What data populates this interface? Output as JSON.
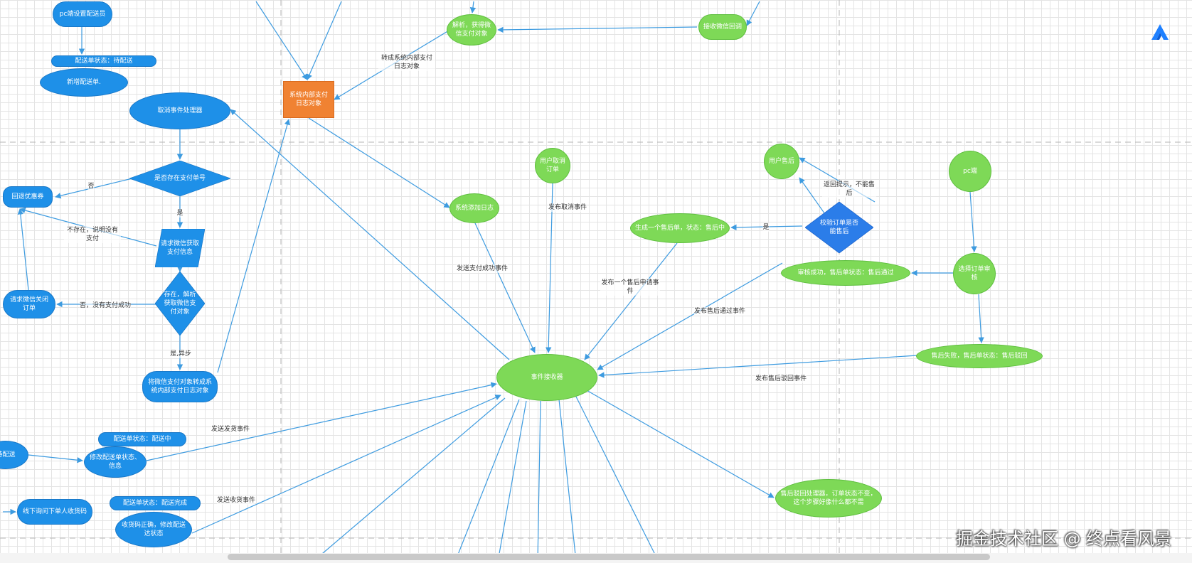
{
  "nodes": {
    "pc_set_courier": "pc端设置配送员",
    "status_pending": "配送单状态：待配送",
    "add_delivery": "新增配送单.",
    "cancel_handler": "取消事件处理器",
    "has_pay_no": "是否存在支付单号",
    "rollback_coupon": "回退优惠券",
    "request_pay_info": "请求微信获取支付信息",
    "exists_parse": "存在，解析获取微信支付对象",
    "request_close": "请求微信关闭订单",
    "convert_log": "将微信支付对象转成系统内部支付日志对象",
    "sys_pay_log": "系统内部支付日志对象",
    "parse_wx": "解析，获得微信支付对象",
    "receive_wx_callback": "接收微信回调",
    "sys_add_log": "系统添加日志",
    "user_cancel": "用户取消订单",
    "user_aftersale": "用户售后",
    "check_order": "校验订单是否能售后",
    "generate_aftersale": "生成一个售后单，状态：售后中",
    "audit_pass": "审核成功，售后单状态：售后通过",
    "pc_side": "pc端",
    "select_audit": "选择订单审核",
    "aftersale_fail": "售后失败，售后单状态：售后驳回",
    "event_receiver": "事件接收器",
    "to_delivery": "待配送",
    "status_delivering": "配送单状态：配送中",
    "modify_delivery": "修改配送单状态、信息",
    "offline_code": "线下询问下单人收货码",
    "status_done": "配送单状态：配送完成",
    "code_correct": "收货码正确，修改配送达状态",
    "reject_handler": "售后驳回处理器，订单状态不变，这个步骤好像什么都不需"
  },
  "edge_labels": {
    "no": "否",
    "yes": "是",
    "not_exist": "不存在，说明没有支付",
    "no_unpaid": "否，没有支付成功",
    "yes_async": "是,异步",
    "convert_sys": "转成系统内部支付日志对象",
    "send_pay_success": "发送支付成功事件",
    "publish_cancel": "发布取消事件",
    "return_hint": "返回提示，不能售后",
    "check_yes": "是",
    "publish_aftersale_apply": "发布一个售后申请事件",
    "publish_aftersale_pass": "发布售后通过事件",
    "publish_aftersale_reject": "发布售后驳回事件",
    "send_ship": "发送发货事件",
    "send_receive": "发送收货事件"
  },
  "colors": {
    "blue": "#1e90e8",
    "green": "#7ed957",
    "orange": "#f08232",
    "edge": "#3d9be0",
    "diamond_blue": "#2b7de9"
  },
  "logo": "juejin-logo-icon",
  "watermark": "掘金技术社区 @ 终点看风景"
}
